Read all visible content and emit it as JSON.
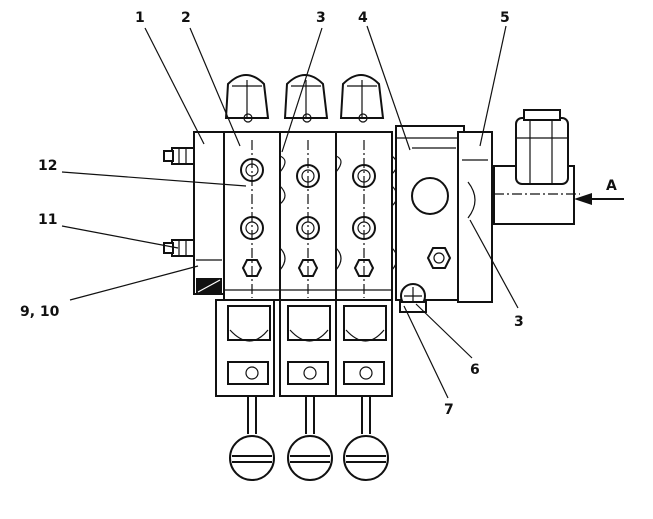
{
  "callouts": {
    "c1": "1",
    "c2": "2",
    "c3_top": "3",
    "c4": "4",
    "c5": "5",
    "c12": "12",
    "c11": "11",
    "c9_10": "9, 10",
    "c3_right": "3",
    "c6": "6",
    "c7": "7"
  },
  "view_arrow": {
    "label": "A"
  }
}
